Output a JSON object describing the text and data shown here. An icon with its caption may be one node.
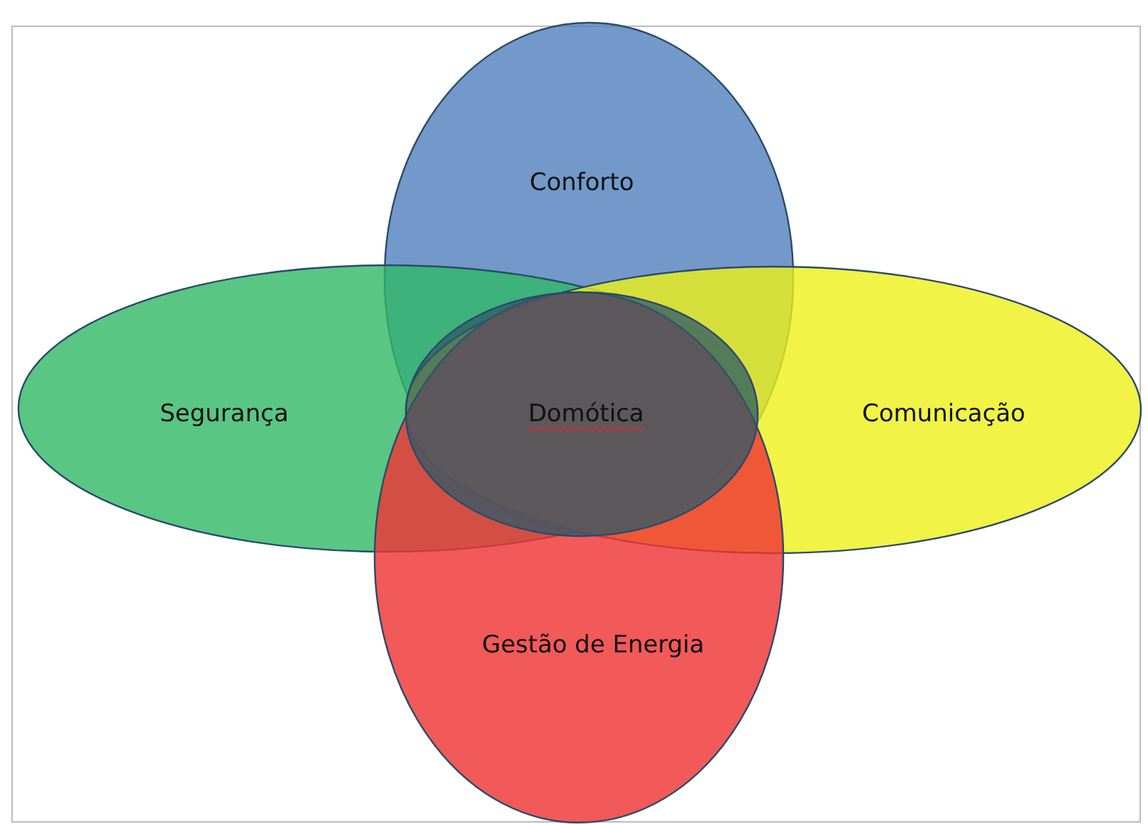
{
  "diagram": {
    "nodes": [
      {
        "text": [
          "Conforto"
        ]
      },
      {
        "text": [
          "Segurança"
        ]
      },
      {
        "text": [
          "Domótica"
        ]
      },
      {
        "text": [
          "Comunicação"
        ]
      },
      {
        "text": [
          "Gestão de Energia"
        ]
      }
    ]
  }
}
